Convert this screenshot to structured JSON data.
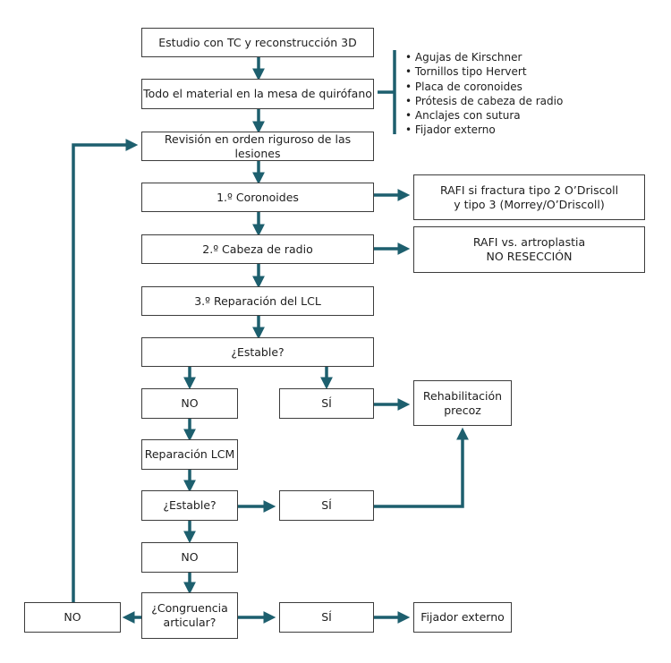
{
  "colors": {
    "arrow": "#1d5f6e",
    "border": "#3c3c3c",
    "text": "#1e1e1e"
  },
  "boxes": {
    "tc": "Estudio con TC y reconstrucción 3D",
    "material": "Todo el material en la mesa de quirófano",
    "revision": "Revisión en orden riguroso de las lesiones",
    "coronoides": "1.º Coronoides",
    "rafi_coronoides": "RAFI si fractura tipo 2 O’Driscoll\ny tipo 3 (Morrey/O’Driscoll)",
    "cabeza": "2.º Cabeza de radio",
    "rafi_cabeza": "RAFI vs. artroplastia\nNO RESECCIÓN",
    "lcl": "3.º Reparación del LCL",
    "estable1": "¿Estable?",
    "no1": "NO",
    "si1": "SÍ",
    "rehab": "Rehabilitación\nprecoz",
    "lcm": "Reparación LCM",
    "estable2": "¿Estable?",
    "si2": "SÍ",
    "no2": "NO",
    "congruencia": "¿Congruencia\narticular?",
    "no_left": "NO",
    "si3": "SÍ",
    "fijador": "Fijador externo"
  },
  "materials": [
    "Agujas de Kirschner",
    "Tornillos tipo Hervert",
    "Placa de coronoides",
    "Prótesis de cabeza de radio",
    "Anclajes con sutura",
    "Fijador externo"
  ]
}
